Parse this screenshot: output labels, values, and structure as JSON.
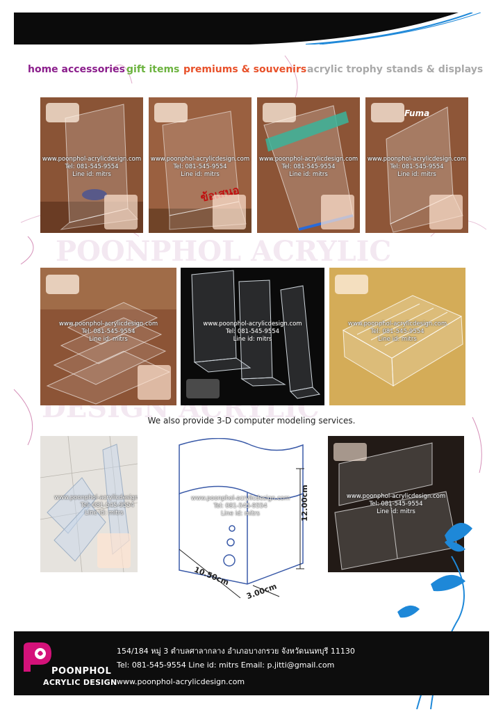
{
  "nav": {
    "items": [
      {
        "label": "home accessories",
        "color": "#8b1e8c"
      },
      {
        "label": "gift items",
        "color": "#6cb33f"
      },
      {
        "label": "premiums & souvenirs",
        "color": "#e8512a"
      },
      {
        "label": "acrylic trophy",
        "color": "#a9a9a9"
      },
      {
        "label": "stands & displays",
        "color": "#a9a9a9"
      }
    ]
  },
  "watermark": {
    "site": "www.poonphol-acrylicdesign.com",
    "tel": "Tel: 081-545-9554",
    "line": "Line id: mitrs"
  },
  "products": {
    "stand4_text": "Fuma",
    "caption": "We also provide 3-D computer modeling services."
  },
  "drawing": {
    "height_label": "12.00cm",
    "width_label": "10.50cm",
    "depth_label": "3.00cm"
  },
  "footer": {
    "address": "154/184 หมู่ 3  ตำบลศาลากลาง อำเภอบางกรวย จังหวัดนนทบุรี 11130",
    "contact": "Tel: 081-545-9554 Line id: mitrs Email: p.jitti@gmail.com",
    "website": "www.poonphol-acrylicdesign.com",
    "brand_name": "POONPHOL",
    "brand_sub": "ACRYLIC DESIGN"
  },
  "colors": {
    "brand_magenta": "#d4127a",
    "butterfly_blue": "#1e88d8",
    "bar_black": "#0b0b0b"
  }
}
